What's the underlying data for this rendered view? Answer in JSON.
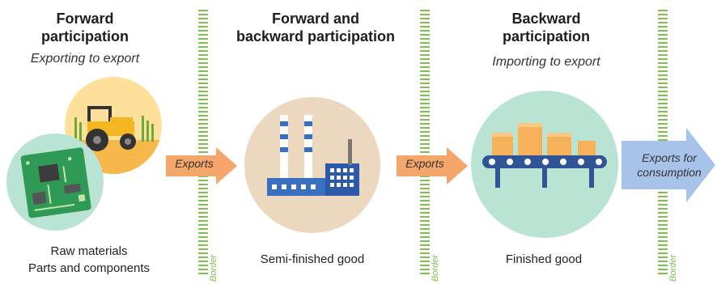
{
  "stages": [
    {
      "title_line1": "Forward",
      "title_line2": "participation",
      "subtitle": "Exporting to export",
      "caption_line1": "Raw materials",
      "caption_line2": "Parts and components"
    },
    {
      "title_line1": "Forward and",
      "title_line2": "backward participation",
      "subtitle": "",
      "caption_line1": "Semi-finished good",
      "caption_line2": ""
    },
    {
      "title_line1": "Backward",
      "title_line2": "participation",
      "subtitle": "Importing to export",
      "caption_line1": "Finished good",
      "caption_line2": ""
    }
  ],
  "arrows": [
    {
      "label": "Exports",
      "color": "#f5a66a"
    },
    {
      "label": "Exports",
      "color": "#f5a66a"
    },
    {
      "label_line1": "Exports for",
      "label_line2": "consumption",
      "color": "#a8c3ea"
    }
  ],
  "borders": {
    "label": "Border",
    "color": "#7fc04f"
  },
  "icons": [
    "tractor-icon",
    "circuit-board-icon",
    "factory-icon",
    "conveyor-boxes-icon"
  ],
  "colors": {
    "circle_yellow": "#fde19a",
    "circle_teal": "#b9e3d2",
    "circle_tan": "#ecd8bf"
  }
}
